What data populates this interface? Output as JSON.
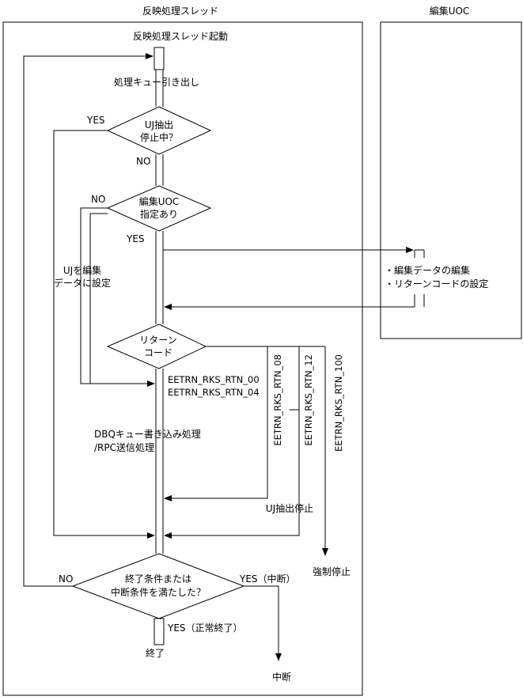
{
  "thread": {
    "title": "反映処理スレッド",
    "start_label": "反映処理スレッド起動",
    "dequeue_label": "処理キュー引き出し",
    "end_label": "終了",
    "dbq_line1": "DBQキュー書き込み処理",
    "dbq_line2": "/RPC送信処理",
    "uj_set_line1": "UJを編集",
    "uj_set_line2": "データに設定",
    "uj_stop_label": "UJ抽出停止",
    "force_stop_label": "強制停止",
    "abort_label": "中断"
  },
  "uoc": {
    "title": "編集UOC",
    "item1": "・編集データの編集",
    "item2": "・リターンコードの設定"
  },
  "decisions": {
    "uj_stop": {
      "line1": "UJ抽出",
      "line2": "停止中？",
      "yes": "YES",
      "no": "NO"
    },
    "uoc_spec": {
      "line1": "編集UOC",
      "line2": "指定あり",
      "yes": "YES",
      "no": "NO"
    },
    "return_code": {
      "line1": "リターン",
      "line2": "コード"
    },
    "end_cond": {
      "line1": "終了条件または",
      "line2": "中断条件を満たした？",
      "no": "NO",
      "yes_abort": "YES（中断）",
      "yes_normal": "YES（正常終了）"
    }
  },
  "return_codes": {
    "rc00": "EETRN_RKS_RTN_00",
    "rc04": "EETRN_RKS_RTN_04",
    "rc08": "EETRN_RKS_RTN_08",
    "rc12": "EETRN_RKS_RTN_12",
    "rc100": "EETRN_RKS_RTN_100"
  }
}
